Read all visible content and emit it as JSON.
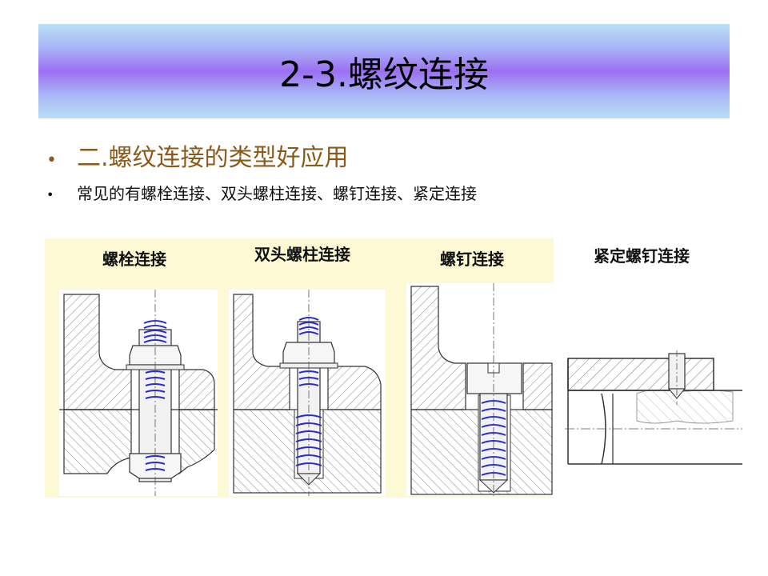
{
  "slide": {
    "title": "2-3.螺纹连接",
    "bullet1": "二.螺纹连接的类型好应用",
    "bullet2": "常见的有螺栓连接、双头螺柱连接、螺钉连接、紧定连接",
    "bullet_symbol": "•"
  },
  "figures": {
    "bolt_label": "螺栓连接",
    "stud_label": "双头螺柱连接",
    "screw_label": "螺钉连接",
    "set_screw_label": "紧定螺钉连接"
  },
  "colors": {
    "title_gradient_mid": "#9c6ff2",
    "title_gradient_edge": "#b9dff7",
    "bullet1_color": "#8b5a1a",
    "figure_background": "#fdf9d4",
    "thread_blue": "#2a2ad0"
  }
}
